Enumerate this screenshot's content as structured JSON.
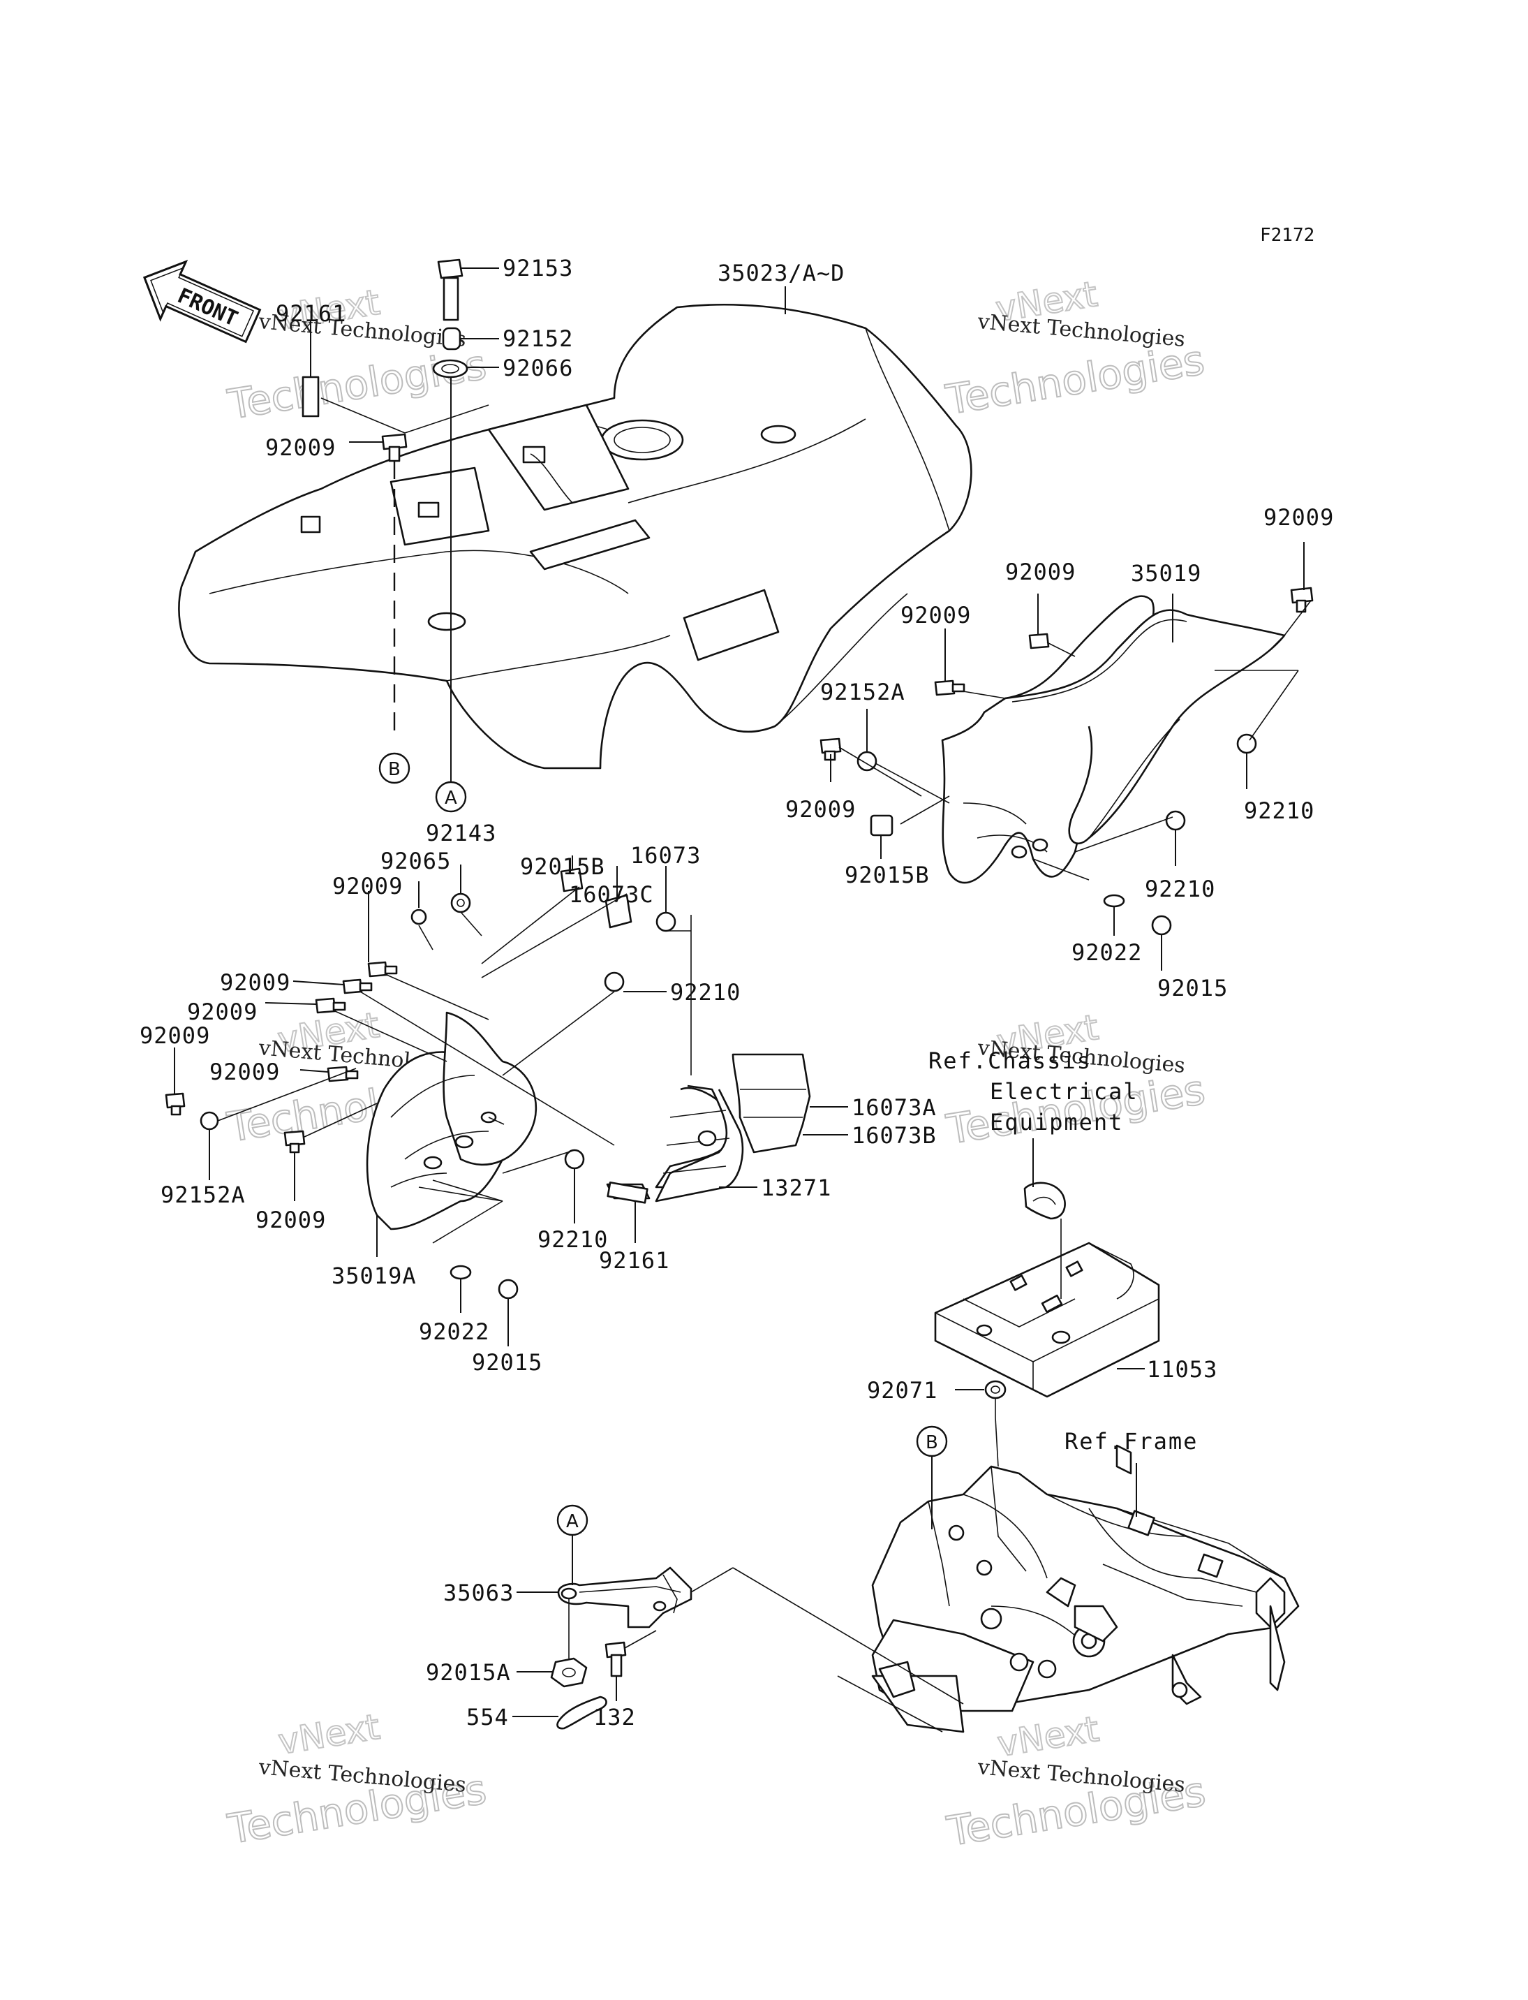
{
  "diagram_code": "F2172",
  "front_arrow_text": "FRONT",
  "callouts": {
    "a": "A",
    "b": "B"
  },
  "parts": {
    "p35023": "35023/A~D",
    "p92153": "92153",
    "p92152_top": "92152",
    "p92066": "92066",
    "p92161_top": "92161",
    "p92009_top": "92009",
    "p92009_r1": "92009",
    "p35019": "35019",
    "p92009_r2": "92009",
    "p92009_r3": "92009",
    "p92152A_r": "92152A",
    "p92009_r4": "92009",
    "p92210_r1": "92210",
    "p92015B_r": "92015B",
    "p92210_r2": "92210",
    "p92022_r": "92022",
    "p92015_r": "92015",
    "p92143": "92143",
    "p92065": "92065",
    "p92009_l1": "92009",
    "p92015B_l": "92015B",
    "p16073C": "16073C",
    "p16073": "16073",
    "p92009_l2": "92009",
    "p92009_l3": "92009",
    "p92009_l4": "92009",
    "p92210_l1": "92210",
    "p92009_l5": "92009",
    "p16073A": "16073A",
    "p16073B": "16073B",
    "p92152A_l": "92152A",
    "p13271": "13271",
    "p92009_l6": "92009",
    "p92210_l2": "92210",
    "p92161_l": "92161",
    "p35019A": "35019A",
    "p92022_l": "92022",
    "p92015_l": "92015",
    "p11053": "11053",
    "p92071": "92071",
    "p35063": "35063",
    "p92015A": "92015A",
    "p132": "132",
    "p554": "554"
  },
  "references": {
    "chassis_line1": "Ref.Chassis",
    "chassis_line2": "Electrical",
    "chassis_line3": "Equipment",
    "frame": "Ref.Frame"
  },
  "watermarks": {
    "brand": "vNext",
    "company": "vNext Technologies",
    "word": "Technologies"
  }
}
